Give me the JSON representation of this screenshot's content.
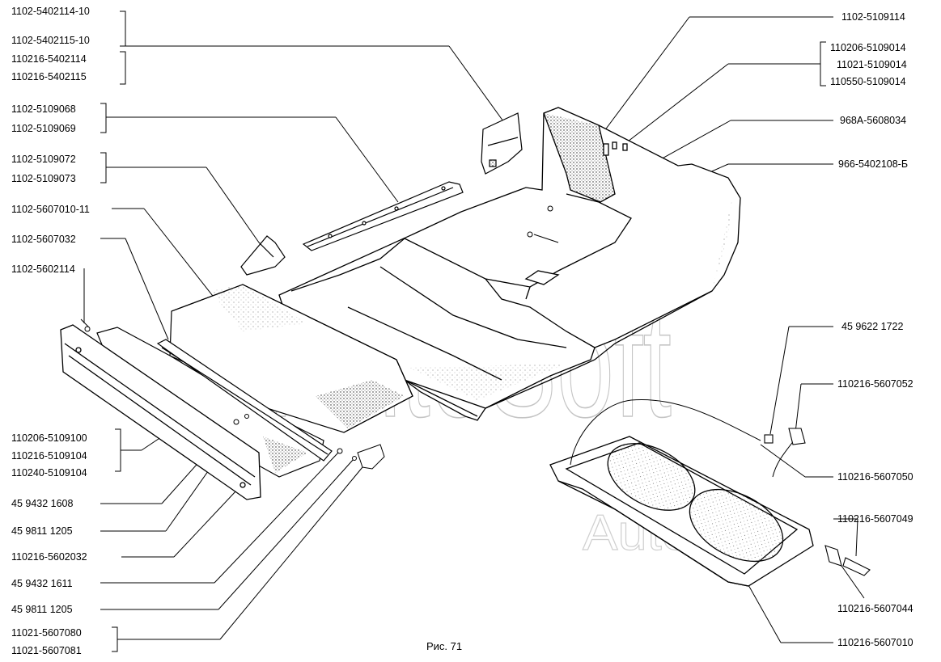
{
  "caption": "Рис. 71",
  "watermark": "AutoSoft",
  "labels_left": [
    "1102-5402114-10",
    "1102-5402115-10",
    "110216-5402114",
    "110216-5402115",
    "1102-5109068",
    "1102-5109069",
    "1102-5109072",
    "1102-5109073",
    "1102-5607010-11",
    "1102-5607032",
    "1102-5602114",
    "110206-5109100",
    "110216-5109104",
    "110240-5109104",
    "45 9432 1608",
    "45 9811 1205",
    "110216-5602032",
    "45 9432 1611",
    "45 9811 1205",
    "11021-5607080",
    "11021-5607081"
  ],
  "labels_right": [
    "1102-5109114",
    "110206-5109014",
    "11021-5109014",
    "110550-5109014",
    "968A-5608034",
    "966-5402108-Б",
    "45 9622 1722",
    "110216-5607052",
    "110216-5607050",
    "110216-5607049",
    "110216-5607044",
    "110216-5607010"
  ]
}
